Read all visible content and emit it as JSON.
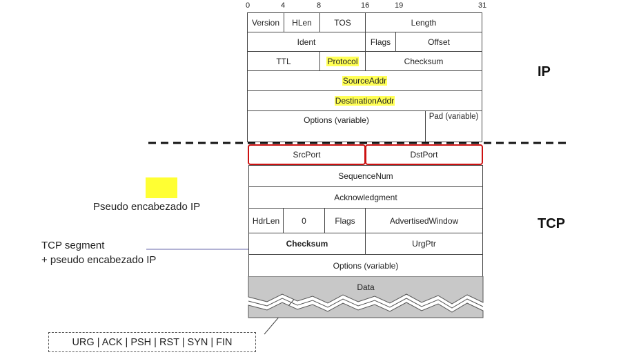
{
  "bit_positions": [
    "0",
    "4",
    "8",
    "16",
    "19",
    "31"
  ],
  "ip": {
    "label": "IP",
    "version": "Version",
    "hlen": "HLen",
    "tos": "TOS",
    "length": "Length",
    "ident": "Ident",
    "flags": "Flags",
    "offset": "Offset",
    "ttl": "TTL",
    "protocol": "Protocol",
    "checksum": "Checksum",
    "source": "SourceAddr",
    "destination": "DestinationAddr",
    "options": "Options (variable)",
    "pad": "Pad (variable)"
  },
  "tcp": {
    "label": "TCP",
    "srcport": "SrcPort",
    "dstport": "DstPort",
    "seqnum": "SequenceNum",
    "ack": "Acknowledgment",
    "hdrlen": "HdrLen",
    "zero": "0",
    "flags": "Flags",
    "window": "AdvertisedWindow",
    "checksum": "Checksum",
    "urgptr": "UrgPtr",
    "options": "Options (variable)",
    "data": "Data"
  },
  "legend": {
    "pseudo_header": "Pseudo encabezado IP",
    "segment_line1": "TCP segment",
    "segment_line2": "+ pseudo encabezado IP",
    "flags_list": "URG | ACK | PSH | RST | SYN | FIN"
  },
  "colors": {
    "highlight": "#ffff55",
    "port_border": "#cc1111",
    "data_fill": "#c8c8c8"
  }
}
